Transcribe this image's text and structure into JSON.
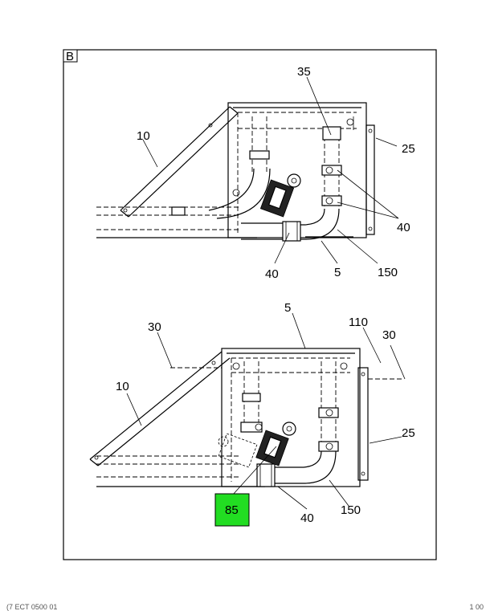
{
  "view_label": "B",
  "top_view": {
    "callouts": {
      "c35": "35",
      "c10": "10",
      "c25": "25",
      "c40a": "40",
      "c40b": "40",
      "c5": "5",
      "c150": "150"
    }
  },
  "bottom_view": {
    "callouts": {
      "c5": "5",
      "c30a": "30",
      "c110": "110",
      "c30b": "30",
      "c10": "10",
      "c25": "25",
      "c40": "40",
      "c150": "150"
    },
    "highlight": {
      "label": "85",
      "color": "#22dd22"
    }
  },
  "footer": {
    "left": "(7 ECT 0500 01",
    "right": "1 00"
  }
}
